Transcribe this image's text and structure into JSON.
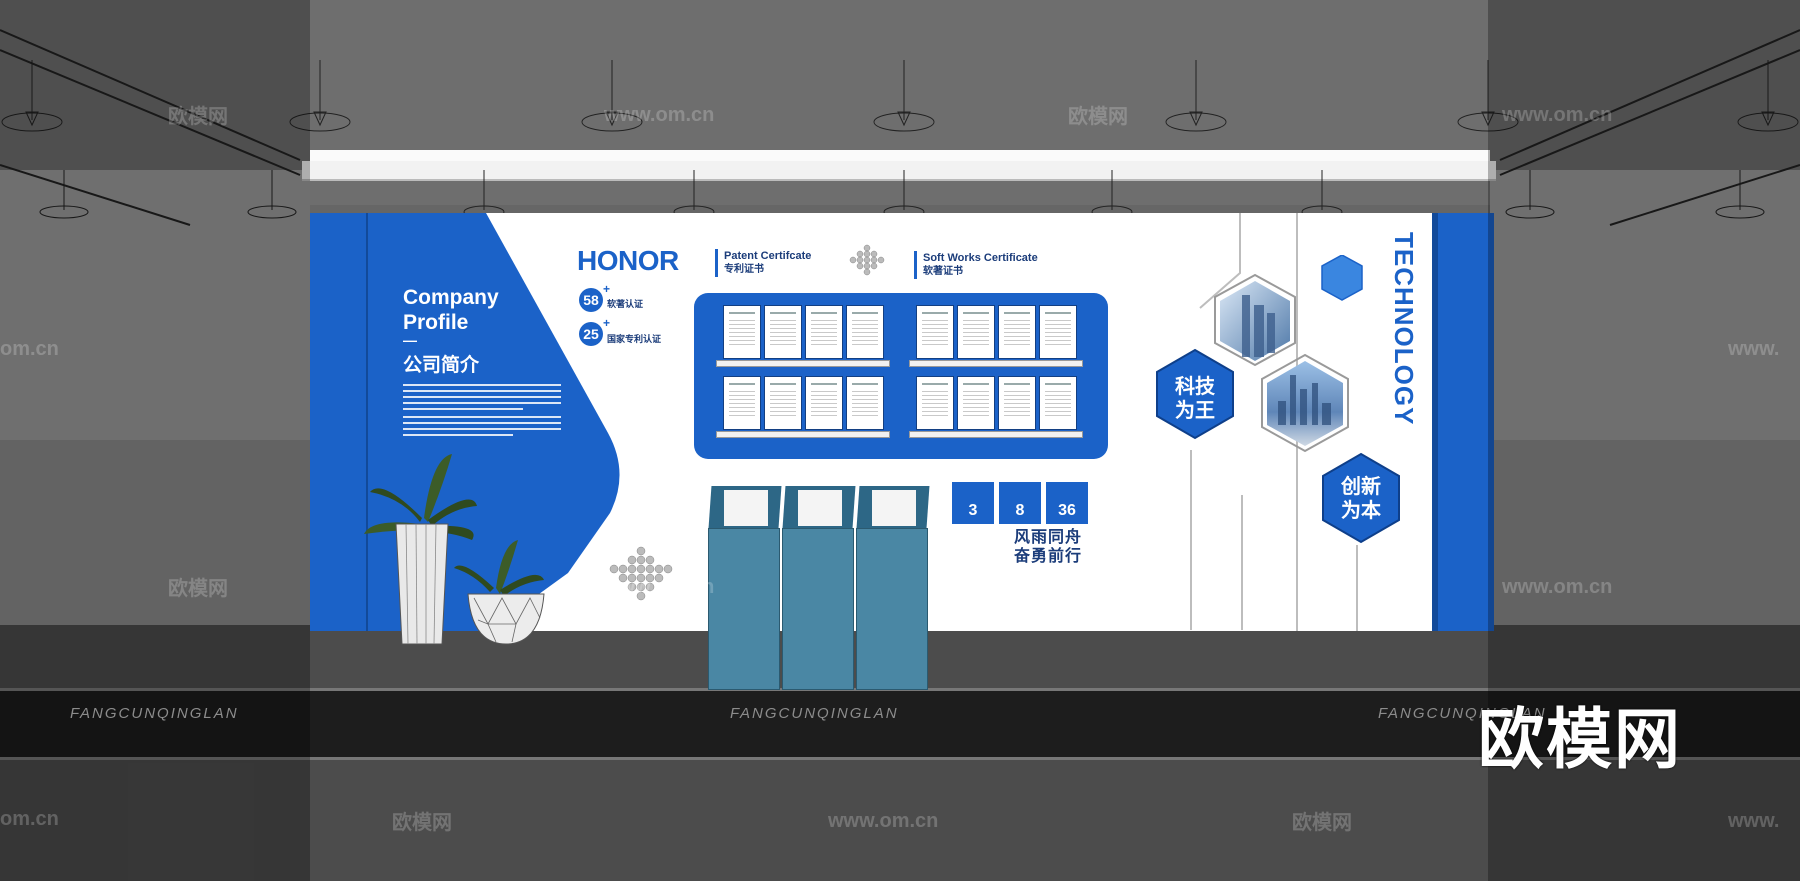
{
  "company_profile": {
    "title_line1": "Company",
    "title_line2": "Profile",
    "dash": "—",
    "title_zh": "公司简介"
  },
  "honor": {
    "title": "HONOR",
    "stats": [
      {
        "value": "58",
        "plus": "+",
        "label": "软著认证"
      },
      {
        "value": "25",
        "plus": "+",
        "label": "国家专利认证"
      }
    ]
  },
  "certificates": {
    "patent": {
      "title_en": "Patent Certifcate",
      "title_zh": "专利证书"
    },
    "software": {
      "title_en": "Soft Works Certificate",
      "title_zh": "软著证书"
    }
  },
  "numbers": [
    {
      "value": "3"
    },
    {
      "value": "8"
    },
    {
      "value": "36"
    }
  ],
  "slogan": {
    "line1": "风雨同舟",
    "line2": "奋勇前行"
  },
  "hexagons": {
    "tech_king": {
      "line1": "科技",
      "line2": "为王"
    },
    "innovation": {
      "line1": "创新",
      "line2": "为本"
    }
  },
  "technology": "TECHNOLOGY",
  "floor_text": "FANGCUNQINGLAN",
  "watermarks": {
    "site": "www.om.cn",
    "brand": "欧模网",
    "partial_site": "om.cn",
    "partial_site_left": "www."
  },
  "logo": "欧模网",
  "colors": {
    "brand_blue": "#1b62c8",
    "dark_blue": "#1b3c7a",
    "kiosk": "#4a87a4"
  }
}
